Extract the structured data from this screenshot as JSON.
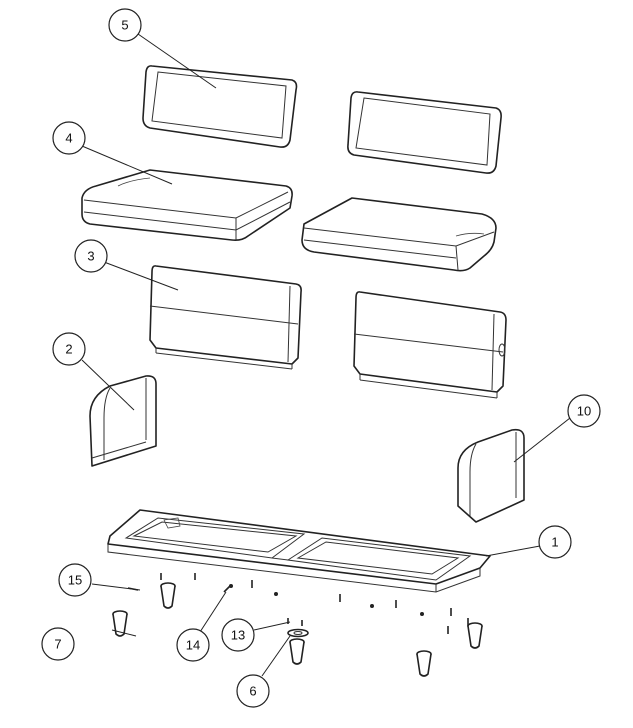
{
  "callouts": {
    "c1": "1",
    "c2": "2",
    "c3": "3",
    "c4": "4",
    "c5": "5",
    "c6": "6",
    "c7": "7",
    "c10": "10",
    "c13": "13",
    "c14": "14",
    "c15": "15"
  }
}
